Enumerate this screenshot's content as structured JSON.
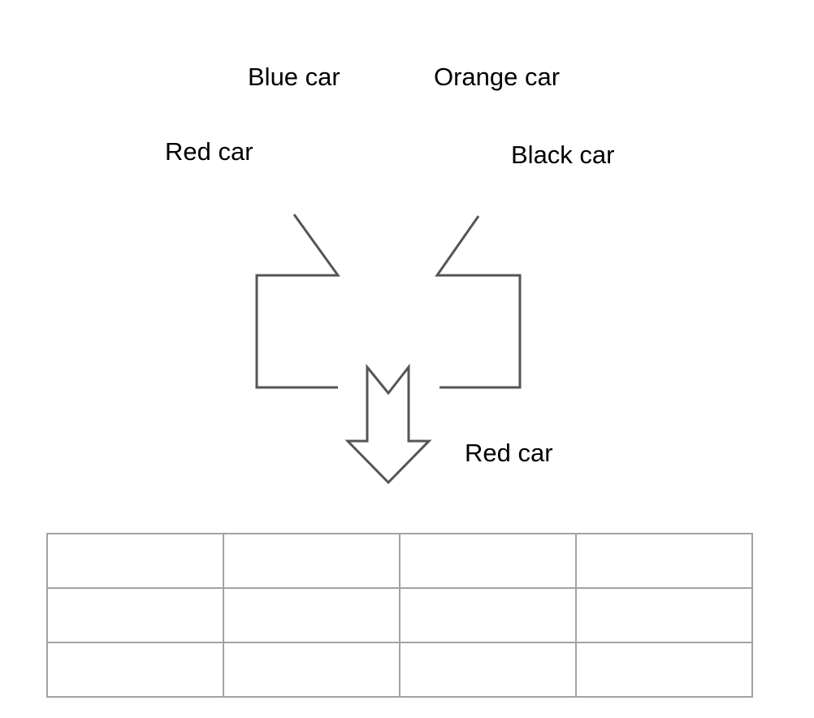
{
  "labels": {
    "blue_car": "Blue car",
    "orange_car": "Orange car",
    "red_car": "Red car",
    "black_car": "Black car",
    "result": "Red car"
  },
  "colors": {
    "stroke": "#555555",
    "grid_border": "#a3a3a3",
    "text": "#000000"
  },
  "grid": {
    "rows": 3,
    "columns": 4
  }
}
